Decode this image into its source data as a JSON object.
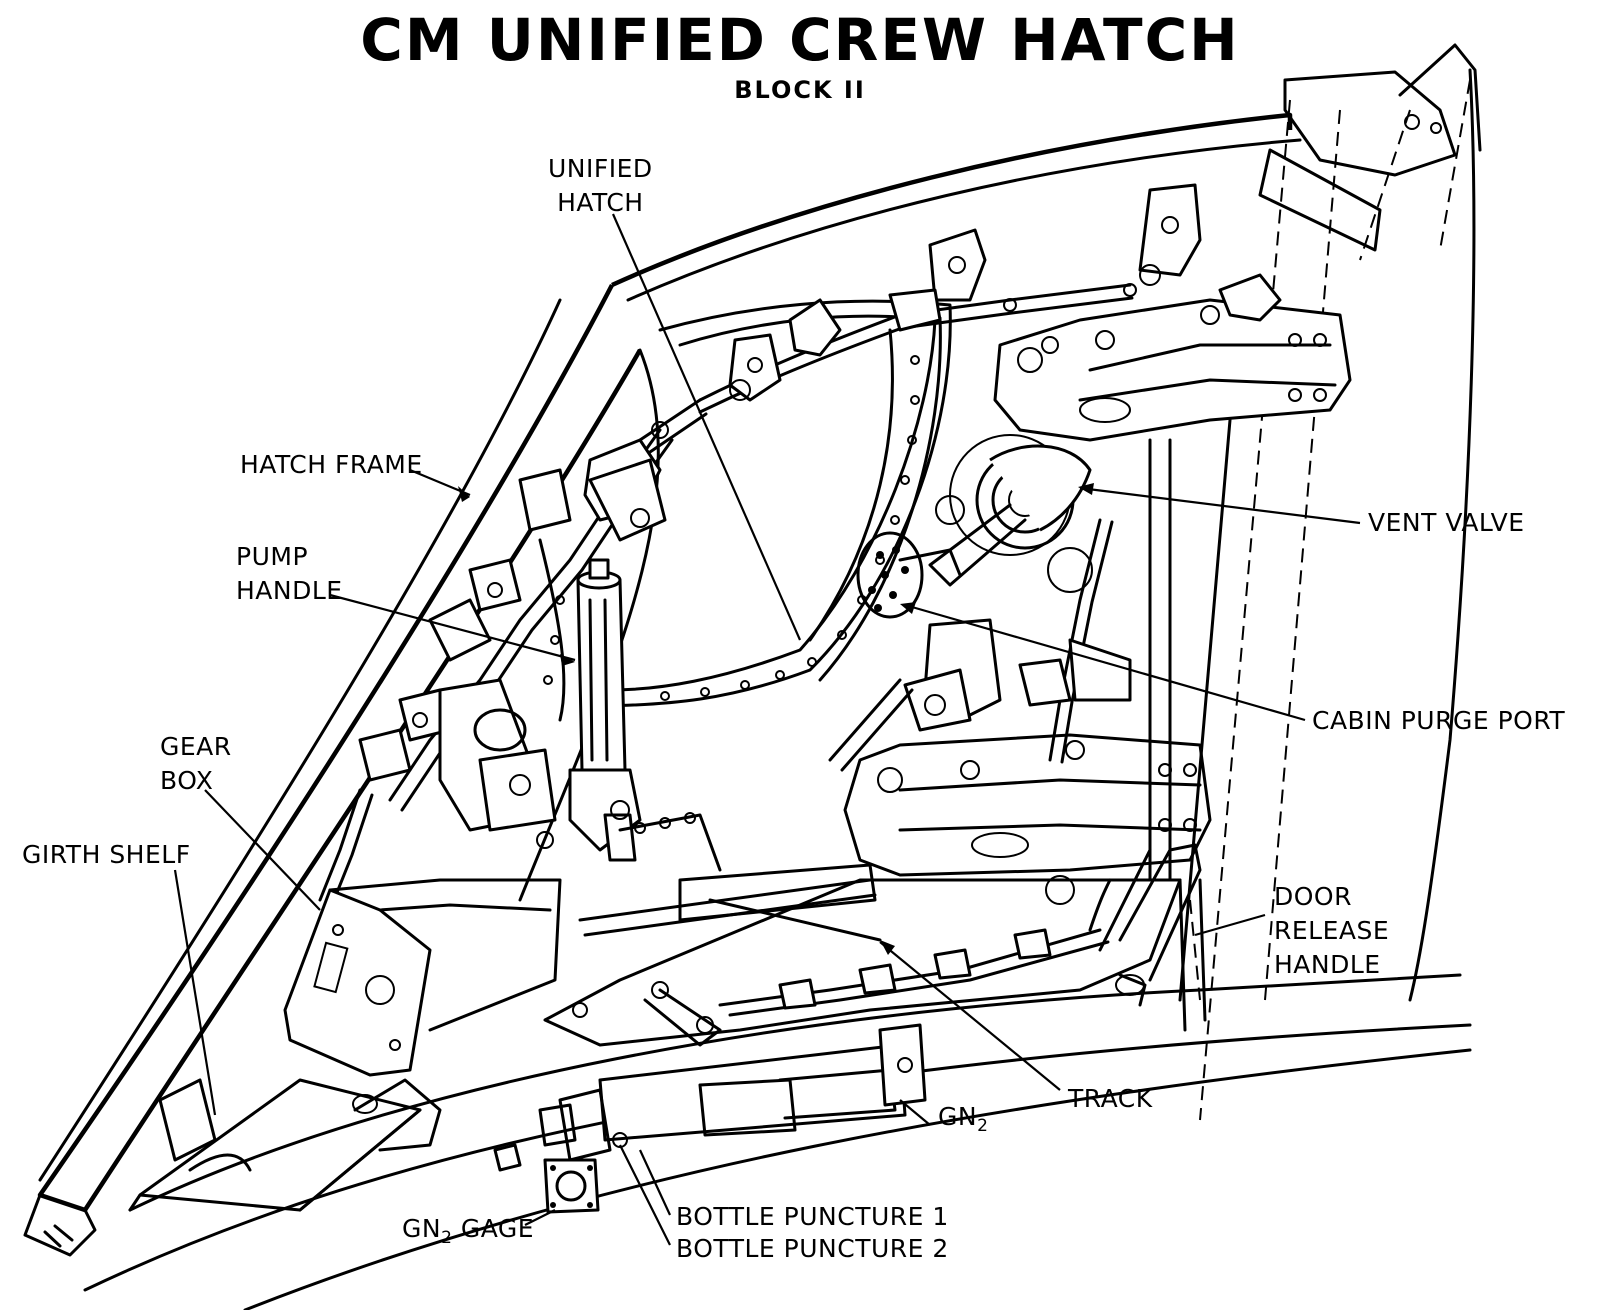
{
  "title": "CM UNIFIED CREW HATCH",
  "subtitle": "BLOCK II",
  "labels": {
    "unified_hatch": [
      "UNIFIED",
      "HATCH"
    ],
    "hatch_frame": "HATCH FRAME",
    "pump_handle": [
      "PUMP",
      "HANDLE"
    ],
    "gear_box": [
      "GEAR",
      "BOX"
    ],
    "girth_shelf": "GIRTH SHELF",
    "vent_valve": "VENT VALVE",
    "cabin_purge_port": "CABIN PURGE PORT",
    "door_release_handle": [
      "DOOR",
      "RELEASE",
      "HANDLE"
    ],
    "track": "TRACK",
    "gn2": "GN",
    "gn2_sub": "2",
    "gn2_gage": "GN",
    "gn2_gage_sub": "2",
    "gn2_gage_suffix": " GAGE",
    "bottle_puncture_1": "BOTTLE PUNCTURE 1",
    "bottle_puncture_2": "BOTTLE PUNCTURE 2"
  }
}
